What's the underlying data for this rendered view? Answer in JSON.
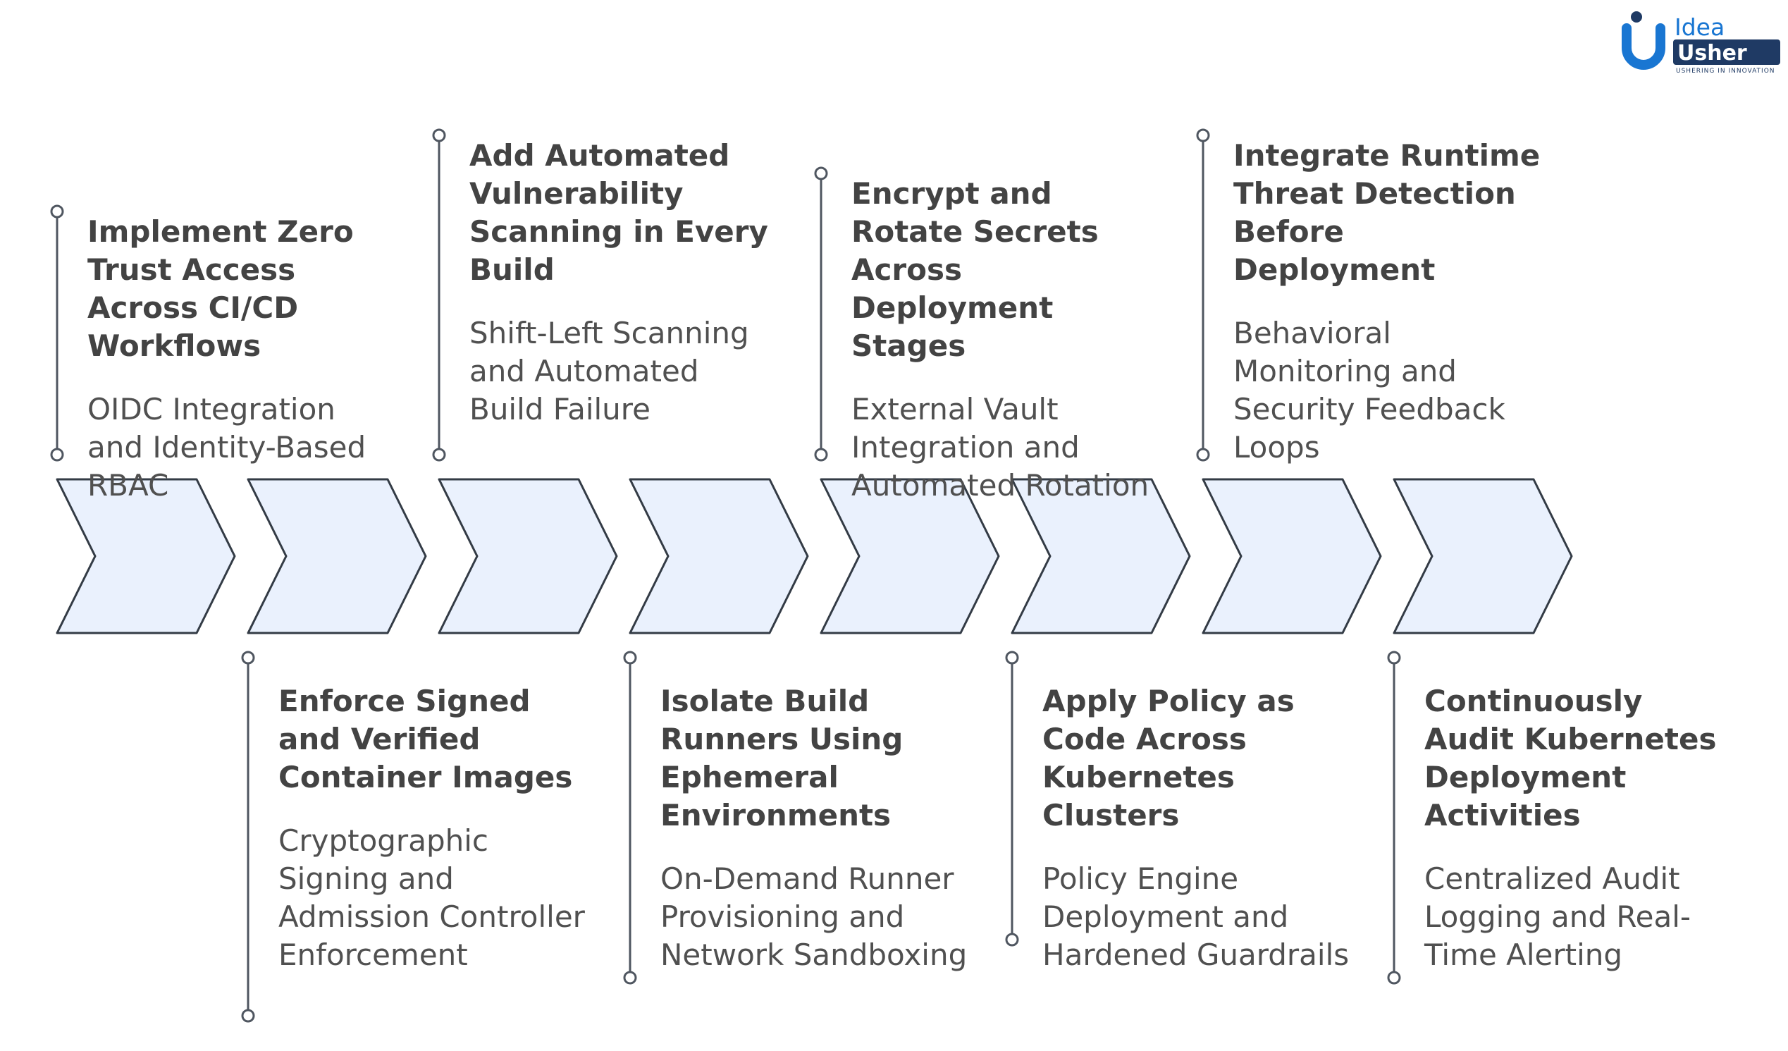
{
  "brand": {
    "name_top": "Idea",
    "name_bottom": "Usher",
    "tagline": "USHERING IN INNOVATION",
    "primary_color": "#1976d2",
    "dark_color": "#1f3a64"
  },
  "colors": {
    "chevron_fill": "#eaf1fd",
    "chevron_stroke": "#333b45",
    "connector": "#4f5660",
    "title_text": "#434343",
    "desc_text": "#505050"
  },
  "steps": [
    {
      "position": "top",
      "title": "Implement Zero Trust Access Across CI/CD Workflows",
      "description": "OIDC Integration and Identity-Based RBAC"
    },
    {
      "position": "bottom",
      "title": "Enforce Signed and Verified Container Images",
      "description": "Cryptographic Signing and Admission Controller Enforcement"
    },
    {
      "position": "top",
      "title": "Add Automated Vulnerability Scanning in Every Build",
      "description": "Shift-Left Scanning and Automated Build Failure"
    },
    {
      "position": "bottom",
      "title": "Isolate Build Runners Using Ephemeral Environments",
      "description": "On-Demand Runner Provisioning and Network Sandboxing"
    },
    {
      "position": "top",
      "title": "Encrypt and Rotate Secrets Across Deployment Stages",
      "description": "External Vault Integration and Automated Rotation"
    },
    {
      "position": "bottom",
      "title": "Apply Policy as Code Across Kubernetes Clusters",
      "description": "Policy Engine Deployment and Hardened Guardrails"
    },
    {
      "position": "top",
      "title": "Integrate Runtime Threat Detection Before Deployment",
      "description": "Behavioral Monitoring and Security Feedback Loops"
    },
    {
      "position": "bottom",
      "title": "Continuously Audit Kubernetes Deployment Activities",
      "description": "Centralized Audit Logging and Real-Time Alerting"
    }
  ]
}
